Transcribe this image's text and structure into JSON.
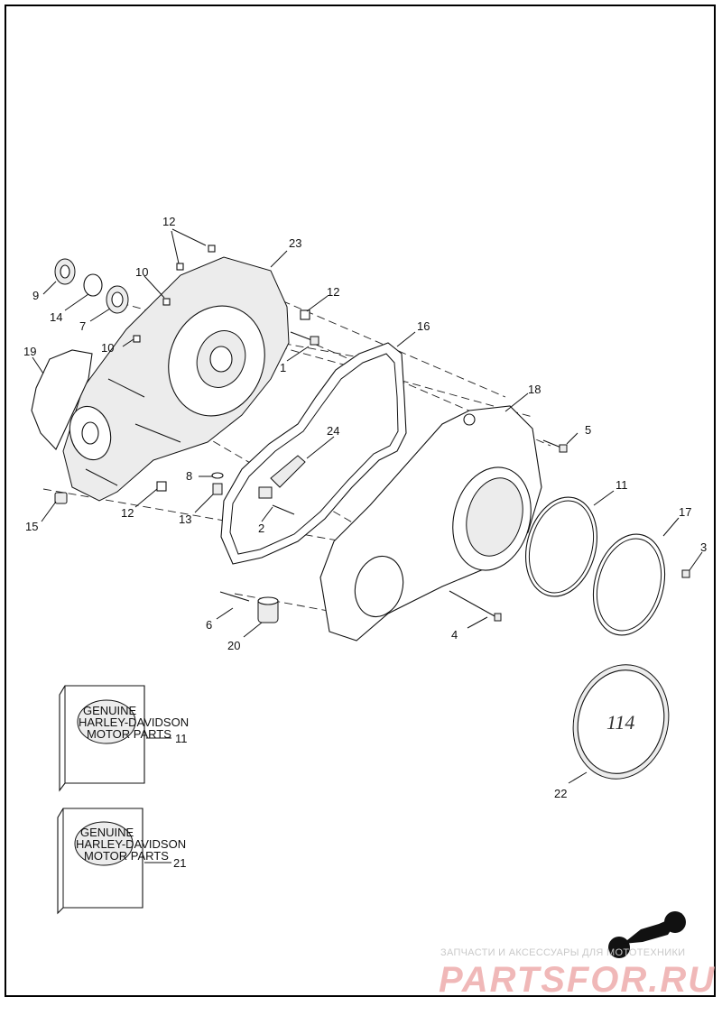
{
  "callouts": {
    "c1": "1",
    "c2": "2",
    "c3": "3",
    "c4": "4",
    "c5": "5",
    "c6": "6",
    "c7": "7",
    "c8": "8",
    "c9": "9",
    "c10a": "10",
    "c10b": "10",
    "c11a": "11",
    "c11b": "11",
    "c12a": "12",
    "c12b": "12",
    "c12c": "12",
    "c13": "13",
    "c14": "14",
    "c15": "15",
    "c16": "16",
    "c17": "17",
    "c18": "18",
    "c19": "19",
    "c20": "20",
    "c21": "21",
    "c22": "22",
    "c23": "23",
    "c24": "24"
  },
  "cover_badge": "114",
  "package_logo": {
    "line1": "GENUINE",
    "line2": "HARLEY-DAVIDSON",
    "line3": "MOTOR PARTS"
  },
  "watermark": {
    "subtitle": "ЗАПЧАСТИ И АКСЕССУАРЫ ДЛЯ МОТОТЕХНИКИ",
    "brand": "PARTSFOR.RU"
  },
  "colors": {
    "line": "#111111",
    "watermark": "#f0b8b8"
  }
}
